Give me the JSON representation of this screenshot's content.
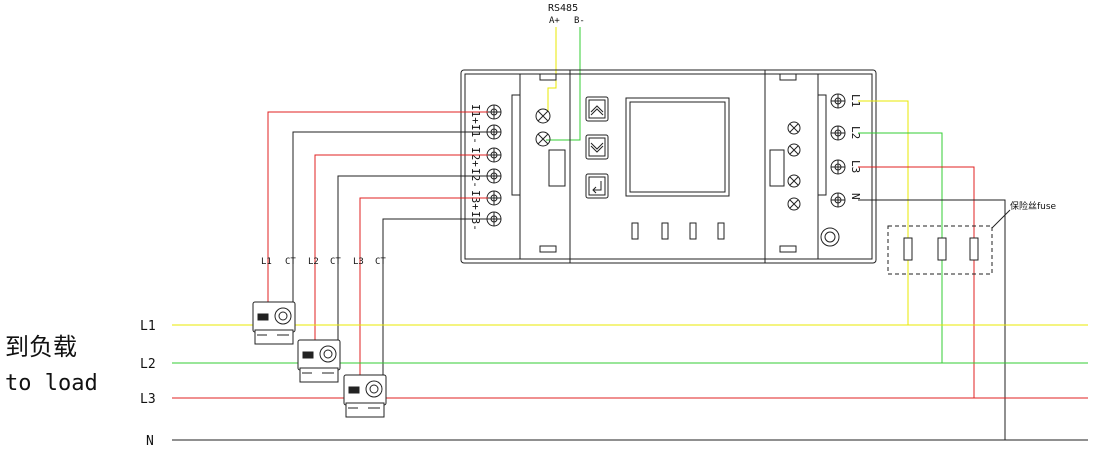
{
  "rs485": {
    "title": "RS485",
    "a_label": "A+",
    "b_label": "B-"
  },
  "load_label": {
    "zh": "到负载",
    "en": "to load"
  },
  "fuse_label": "保险丝fuse",
  "bus_lines": [
    {
      "label": "L1",
      "color": "#e8e800"
    },
    {
      "label": "L2",
      "color": "#33cc33"
    },
    {
      "label": "L3",
      "color": "#e02020"
    },
    {
      "label": "N",
      "color": "#222222"
    }
  ],
  "ct_wire_labels": [
    "L1",
    "CT",
    "L2",
    "CT",
    "L3",
    "CT"
  ],
  "left_terminals": [
    "I1+",
    "I1-",
    "I2+",
    "I2-",
    "I3+",
    "I3-"
  ],
  "right_terminals": [
    "L1",
    "L2",
    "L3",
    "N"
  ],
  "colors": {
    "red": "#e02020",
    "green": "#33cc33",
    "yellow": "#e8e800",
    "black": "#222222"
  }
}
